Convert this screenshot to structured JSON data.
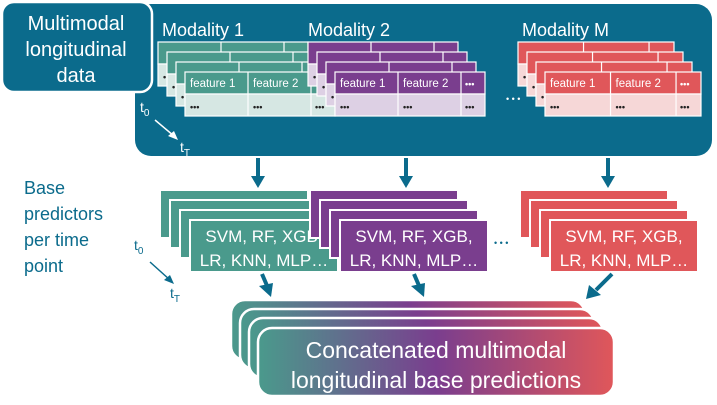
{
  "header": {
    "input_box": [
      "Multimodal",
      "longitudinal",
      "data"
    ]
  },
  "modalities": [
    {
      "title": "Modality 1",
      "key": "m1"
    },
    {
      "title": "Modality 2",
      "key": "m2"
    },
    {
      "title": "Modality M",
      "key": "mm"
    }
  ],
  "features": {
    "f1": "feature 1",
    "f2": "feature 2",
    "more": "•••",
    "row2": "•••"
  },
  "time_axis": {
    "t0": "t",
    "t0_sub": "0",
    "tT": "t",
    "tT_sub": "T"
  },
  "ellipsis": "• • •",
  "base": {
    "label": [
      "Base",
      "predictors",
      "per time",
      "point"
    ],
    "models_line1": "SVM, RF, XGB,",
    "models_line2": "LR, KNN, MLP…"
  },
  "output": {
    "line1": "Concatenated multimodal",
    "line2": "longitudinal base predictions"
  },
  "colors": {
    "panel": "#0b6b8c",
    "teal": "#4a9a8c",
    "teal_light": "#d6e7e3",
    "purple": "#7a3e8e",
    "purple_light": "#ddd0e4",
    "red": "#e0575a",
    "red_light": "#f6d7d7",
    "arrow": "#0b6b8c",
    "label": "#0b6b8c"
  }
}
